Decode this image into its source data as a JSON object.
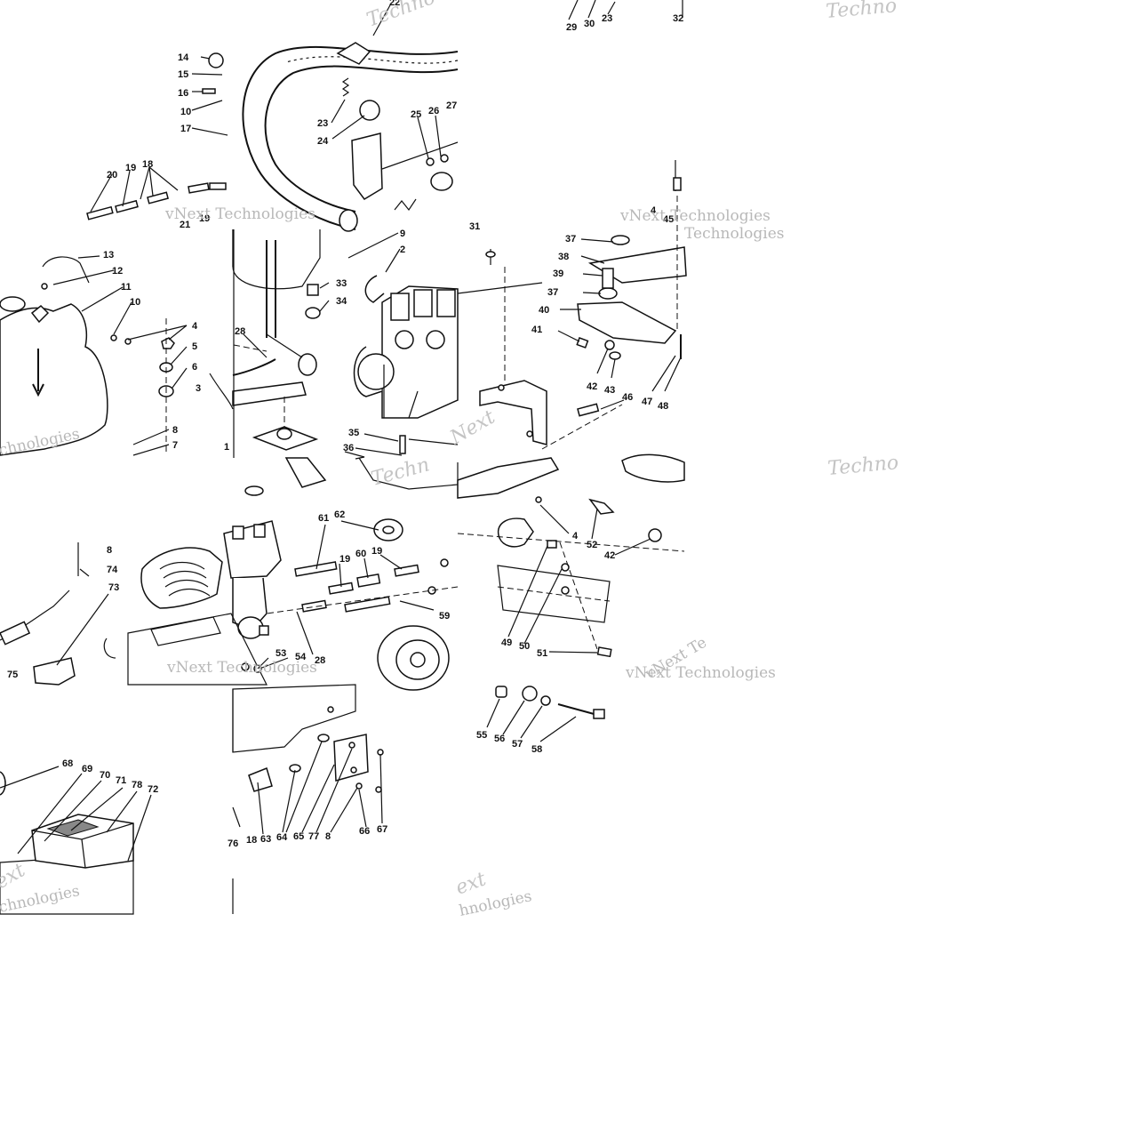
{
  "diagram": {
    "part_numbers": [
      {
        "id": "n1",
        "text": "14"
      },
      {
        "id": "n2",
        "text": "15"
      },
      {
        "id": "n3",
        "text": "16"
      },
      {
        "id": "n4",
        "text": "10"
      },
      {
        "id": "n5",
        "text": "17"
      },
      {
        "id": "n6",
        "text": "20"
      },
      {
        "id": "n7",
        "text": "19"
      },
      {
        "id": "n8",
        "text": "18"
      },
      {
        "id": "n9",
        "text": "19"
      },
      {
        "id": "n10",
        "text": "21"
      },
      {
        "id": "n11",
        "text": "22"
      },
      {
        "id": "n12",
        "text": "23"
      },
      {
        "id": "n13",
        "text": "24"
      },
      {
        "id": "n14",
        "text": "25"
      },
      {
        "id": "n15",
        "text": "26"
      },
      {
        "id": "n16",
        "text": "27"
      },
      {
        "id": "n17",
        "text": "29"
      },
      {
        "id": "n18",
        "text": "30"
      },
      {
        "id": "n19",
        "text": "23"
      },
      {
        "id": "n20",
        "text": "32"
      },
      {
        "id": "n21",
        "text": "13"
      },
      {
        "id": "n22",
        "text": "12"
      },
      {
        "id": "n23",
        "text": "11"
      },
      {
        "id": "n24",
        "text": "10"
      },
      {
        "id": "n25",
        "text": "4"
      },
      {
        "id": "n26",
        "text": "5"
      },
      {
        "id": "n27",
        "text": "6"
      },
      {
        "id": "n28",
        "text": "8"
      },
      {
        "id": "n29",
        "text": "7"
      },
      {
        "id": "n30",
        "text": "3"
      },
      {
        "id": "n31",
        "text": "9"
      },
      {
        "id": "n32",
        "text": "2"
      },
      {
        "id": "n33",
        "text": "33"
      },
      {
        "id": "n34",
        "text": "34"
      },
      {
        "id": "n35",
        "text": "28"
      },
      {
        "id": "n36",
        "text": "35"
      },
      {
        "id": "n37",
        "text": "36"
      },
      {
        "id": "n38",
        "text": "31"
      },
      {
        "id": "n39",
        "text": "37"
      },
      {
        "id": "n40",
        "text": "38"
      },
      {
        "id": "n41",
        "text": "39"
      },
      {
        "id": "n42",
        "text": "37"
      },
      {
        "id": "n43",
        "text": "40"
      },
      {
        "id": "n44",
        "text": "41"
      },
      {
        "id": "n45",
        "text": "42"
      },
      {
        "id": "n46",
        "text": "43"
      },
      {
        "id": "n47",
        "text": "46"
      },
      {
        "id": "n48",
        "text": "47"
      },
      {
        "id": "n49",
        "text": "48"
      },
      {
        "id": "n50",
        "text": "45"
      },
      {
        "id": "n51",
        "text": "4"
      },
      {
        "id": "n52",
        "text": "61"
      },
      {
        "id": "n53",
        "text": "62"
      },
      {
        "id": "n54",
        "text": "19"
      },
      {
        "id": "n55",
        "text": "60"
      },
      {
        "id": "n56",
        "text": "19"
      },
      {
        "id": "n57",
        "text": "59"
      },
      {
        "id": "n58",
        "text": "28"
      },
      {
        "id": "n59",
        "text": "53"
      },
      {
        "id": "n60",
        "text": "54"
      },
      {
        "id": "n61",
        "text": "8"
      },
      {
        "id": "n62",
        "text": "74"
      },
      {
        "id": "n63",
        "text": "73"
      },
      {
        "id": "n64",
        "text": "75"
      },
      {
        "id": "n65",
        "text": "4"
      },
      {
        "id": "n66",
        "text": "52"
      },
      {
        "id": "n67",
        "text": "42"
      },
      {
        "id": "n68",
        "text": "49"
      },
      {
        "id": "n69",
        "text": "50"
      },
      {
        "id": "n70",
        "text": "51"
      },
      {
        "id": "n71",
        "text": "55"
      },
      {
        "id": "n72",
        "text": "56"
      },
      {
        "id": "n73",
        "text": "57"
      },
      {
        "id": "n74",
        "text": "58"
      },
      {
        "id": "n75",
        "text": "68"
      },
      {
        "id": "n76",
        "text": "69"
      },
      {
        "id": "n77",
        "text": "70"
      },
      {
        "id": "n78",
        "text": "71"
      },
      {
        "id": "n79",
        "text": "78"
      },
      {
        "id": "n80",
        "text": "72"
      },
      {
        "id": "n81",
        "text": "76"
      },
      {
        "id": "n82",
        "text": "18"
      },
      {
        "id": "n83",
        "text": "63"
      },
      {
        "id": "n84",
        "text": "64"
      },
      {
        "id": "n85",
        "text": "65"
      },
      {
        "id": "n86",
        "text": "77"
      },
      {
        "id": "n87",
        "text": "8"
      },
      {
        "id": "n88",
        "text": "66"
      },
      {
        "id": "n89",
        "text": "67"
      },
      {
        "id": "n90",
        "text": "1"
      }
    ],
    "watermarks": [
      {
        "id": "w1",
        "text": "Techno"
      },
      {
        "id": "w2",
        "text": "Techno"
      },
      {
        "id": "w3",
        "text": "vNext Technologies"
      },
      {
        "id": "w4",
        "text": "vNext Technologies"
      },
      {
        "id": "w5",
        "text": "Techn"
      },
      {
        "id": "w6",
        "text": "Technologies"
      },
      {
        "id": "w7",
        "text": "vNext Technologies"
      },
      {
        "id": "w8",
        "text": "vNext Technologies"
      },
      {
        "id": "w9",
        "text": "Techno"
      },
      {
        "id": "w10",
        "text": "Next"
      },
      {
        "id": "w11",
        "text": "chnologies"
      },
      {
        "id": "w12",
        "text": "ext"
      },
      {
        "id": "w13",
        "text": "chnologies"
      },
      {
        "id": "w14",
        "text": "vNext Te"
      },
      {
        "id": "w15",
        "text": "ext"
      },
      {
        "id": "w16",
        "text": "hnologies"
      }
    ]
  }
}
